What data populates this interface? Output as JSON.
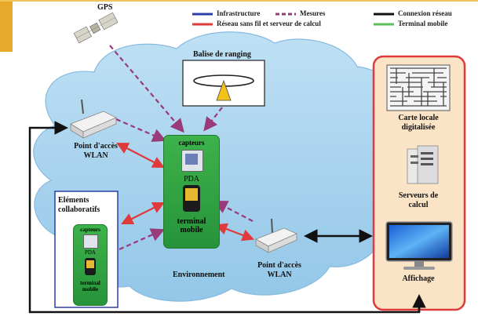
{
  "legend": {
    "items": [
      {
        "label": "Infrastructure",
        "color": "#2b3fa8"
      },
      {
        "label": "Mesures",
        "color": "#9a3a7a"
      },
      {
        "label": "Connexion réseau",
        "color": "#111111"
      },
      {
        "label": "Réseau sans fil et serveur de calcul",
        "color": "#e03a3a"
      },
      {
        "label": "Terminal mobile",
        "color": "#5bbf5b"
      }
    ]
  },
  "nodes": {
    "gps": "GPS",
    "ranging": "Balise de ranging",
    "ap_left": [
      "Point d'accès",
      "WLAN"
    ],
    "ap_right": [
      "Point d'accès",
      "WLAN"
    ],
    "mobile": {
      "capteurs": "capteurs",
      "pda": "PDA",
      "terminal": [
        "terminal",
        "mobile"
      ]
    },
    "collab": {
      "title": [
        "Eléments",
        "collaboratifs"
      ],
      "capteurs": "capteurs",
      "pda": "PDA",
      "terminal": [
        "terminal",
        "mobile"
      ]
    },
    "environment": "Environnement",
    "server_panel": {
      "map": [
        "Carte locale",
        "digitalisée"
      ],
      "servers": [
        "Serveurs de",
        "calcul"
      ],
      "display": "Affichage"
    }
  },
  "colors": {
    "cloud": "#a9d4ee",
    "corner_gold": "#e8a92a",
    "panel_fill": "#fbe3c6",
    "panel_border": "#e03a3a",
    "wireless": "#e03a3a",
    "measure": "#9a3a7a"
  }
}
